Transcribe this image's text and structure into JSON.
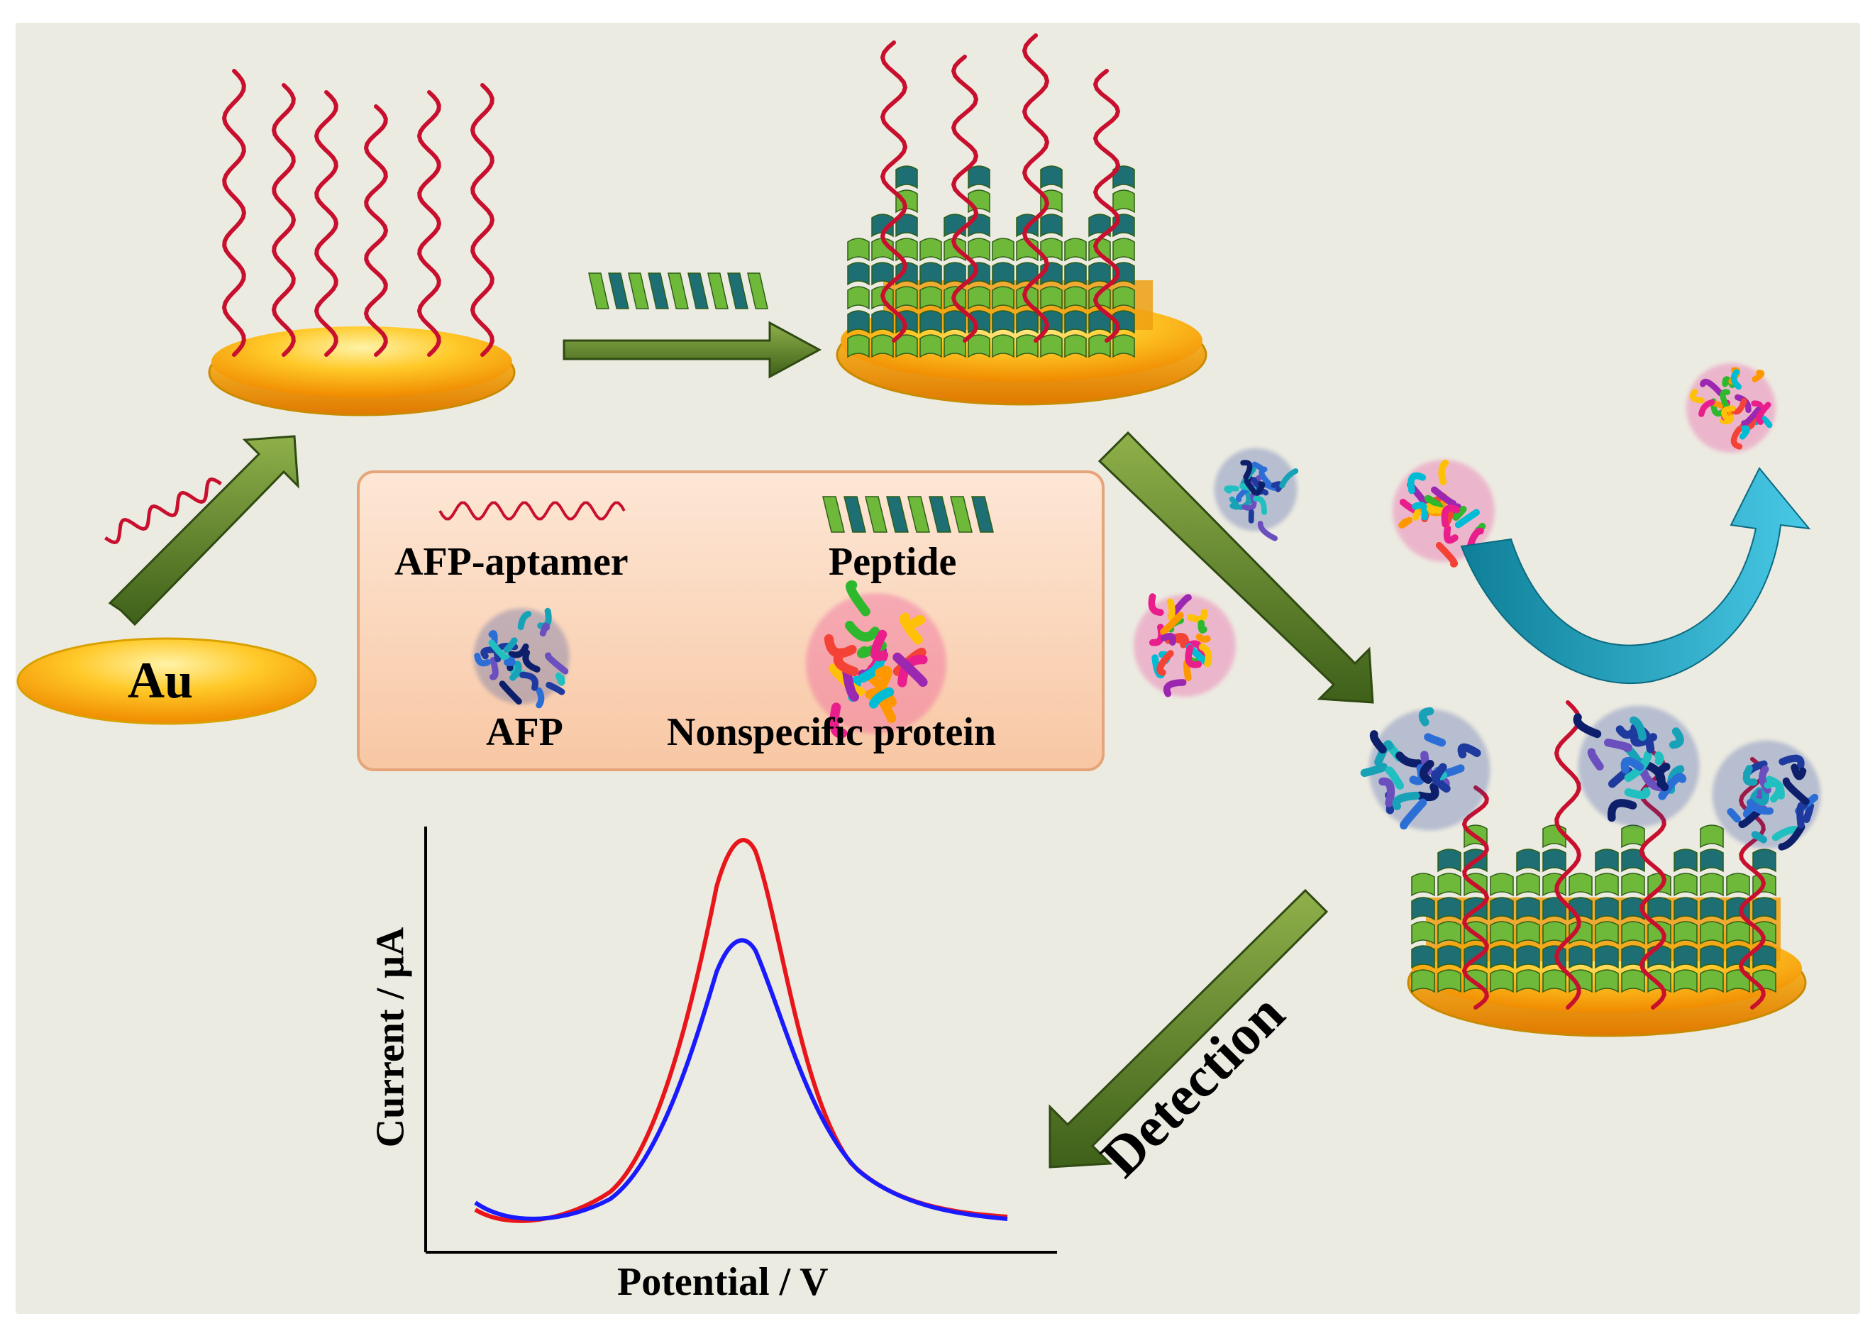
{
  "electrode": {
    "label": "Au"
  },
  "legend": {
    "aptamer_label": "AFP-aptamer",
    "peptide_label": "Peptide",
    "afp_label": "AFP",
    "nonspecific_label": "Nonspecific protein"
  },
  "detection": {
    "label": "Detection"
  },
  "voltammogram": {
    "xlabel": "Potential / V",
    "ylabel": "Current / μA"
  },
  "colors": {
    "background": "#ecebe1",
    "gold_light": "#ffe08a",
    "gold_dark": "#f29a0e",
    "aptamer_red": "#c8102e",
    "peptide_green": "#6fb93a",
    "peptide_teal": "#1d6f73",
    "arrow_green": "#5a7d2a",
    "curve_red": "#e8161b",
    "curve_blue": "#1a1aff",
    "recycle_arrow": "#18a9c9"
  }
}
